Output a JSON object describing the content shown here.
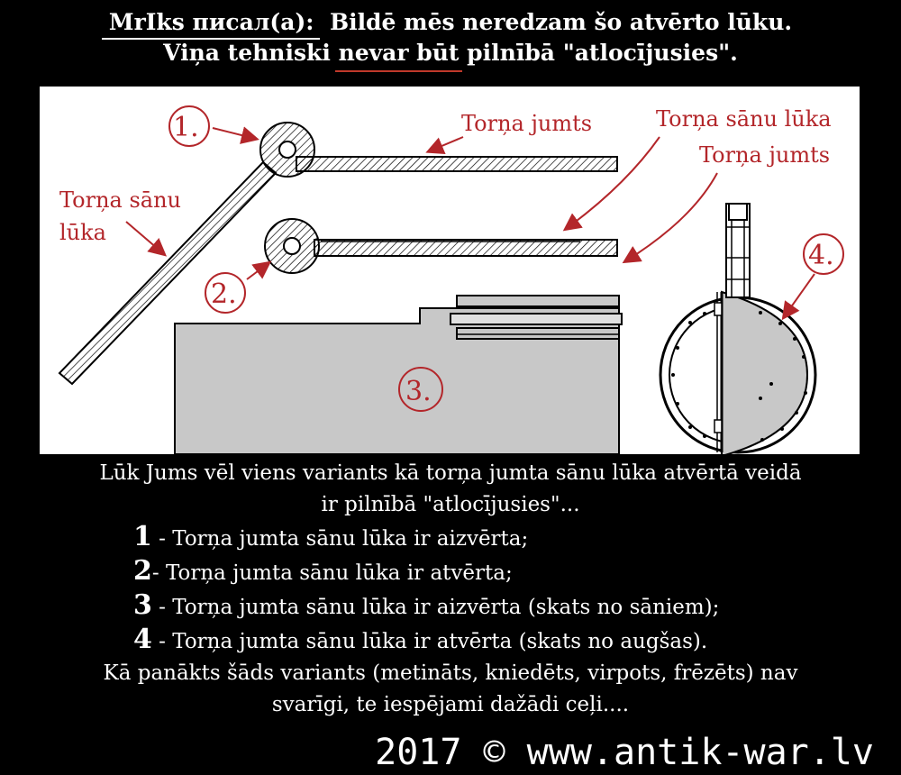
{
  "header": {
    "author": "MrIks писал(а):",
    "line1_rest": "Bildē mēs neredzam šo atvērto lūku.",
    "line2_a": "Viņa tehniski",
    "line2_neg": "nevar būt",
    "line2_b": "pilnībā \"atlocījusies\"."
  },
  "diagram": {
    "labels": {
      "roof_top": "Torņa jumts",
      "side_hatch_right": "Torņa sānu lūka",
      "roof_right": "Torņa jumts",
      "side_hatch_left_1": "Torņa sānu",
      "side_hatch_left_2": "lūka"
    },
    "markers": [
      "1.",
      "2.",
      "3.",
      "4."
    ]
  },
  "body": {
    "intro_line1": "Lūk Jums  vēl viens variants kā torņa jumta sānu lūka atvērtā veidā",
    "intro_line2": "ir pilnībā \"atlocījusies\"...",
    "items": [
      {
        "num": "1",
        "text": " - Torņa jumta sānu lūka ir aizvērta;"
      },
      {
        "num": "2",
        "text": "- Torņa jumta sānu lūka ir atvērta;"
      },
      {
        "num": "3",
        "text": " - Torņa jumta sānu lūka ir aizvērta (skats no sāniem);"
      },
      {
        "num": "4",
        "text": " - Torņa jumta sānu lūka ir atvērta (skats no augšas)."
      }
    ],
    "outro_line1": "Kā panākts šāds variants (metināts, kniedēts, virpots, frēzēts) nav",
    "outro_line2": "svarīgi, te iespējami dažādi ceļi...."
  },
  "footer": {
    "copyright": "2017 © www.antik-war.lv"
  }
}
